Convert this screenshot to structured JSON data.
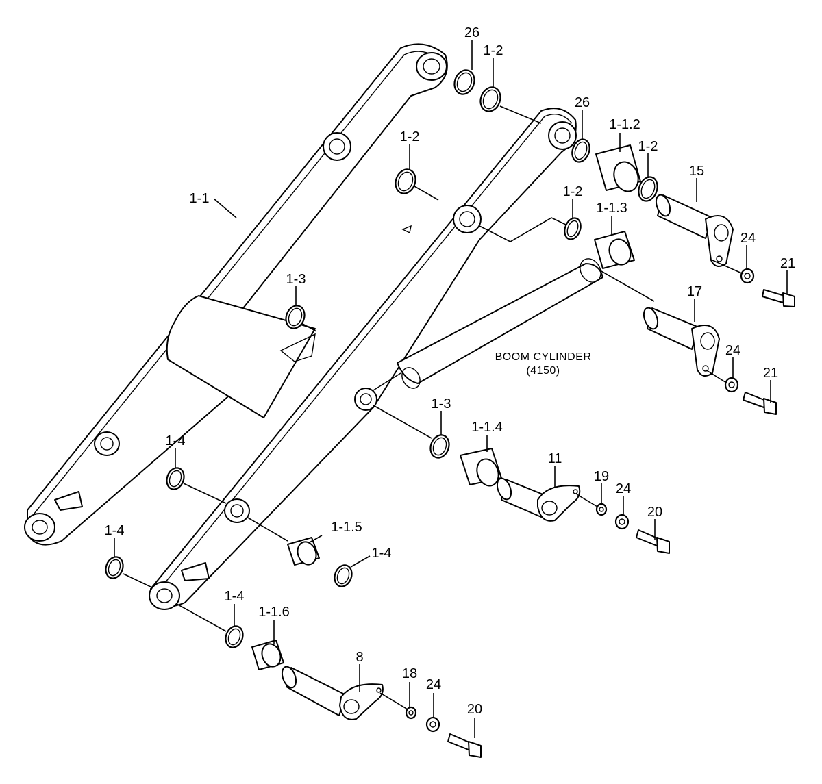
{
  "callouts": {
    "c_1_1": "1-1",
    "c_26_top": "26",
    "c_1_2_top": "1-2",
    "c_1_2_mid": "1-2",
    "c_26_right": "26",
    "c_1_1_2": "1-1.2",
    "c_1_2_right": "1-2",
    "c_15": "15",
    "c_1_2_lower": "1-2",
    "c_1_1_3": "1-1.3",
    "c_24_a": "24",
    "c_21_a": "21",
    "c_1_3_top": "1-3",
    "c_17": "17",
    "c_24_b": "24",
    "c_21_b": "21",
    "c_1_3_mid": "1-3",
    "c_1_1_4": "1-1.4",
    "c_11": "11",
    "c_19": "19",
    "c_24_c": "24",
    "c_20_a": "20",
    "c_1_4_a": "1-4",
    "c_1_1_5": "1-1.5",
    "c_1_4_b": "1-4",
    "c_1_4_c": "1-4",
    "c_1_4_d": "1-4",
    "c_1_1_6": "1-1.6",
    "c_8": "8",
    "c_18": "18",
    "c_24_d": "24",
    "c_20_b": "20"
  },
  "cylinder_note": {
    "line1": "BOOM CYLINDER",
    "line2": "(4150)"
  }
}
